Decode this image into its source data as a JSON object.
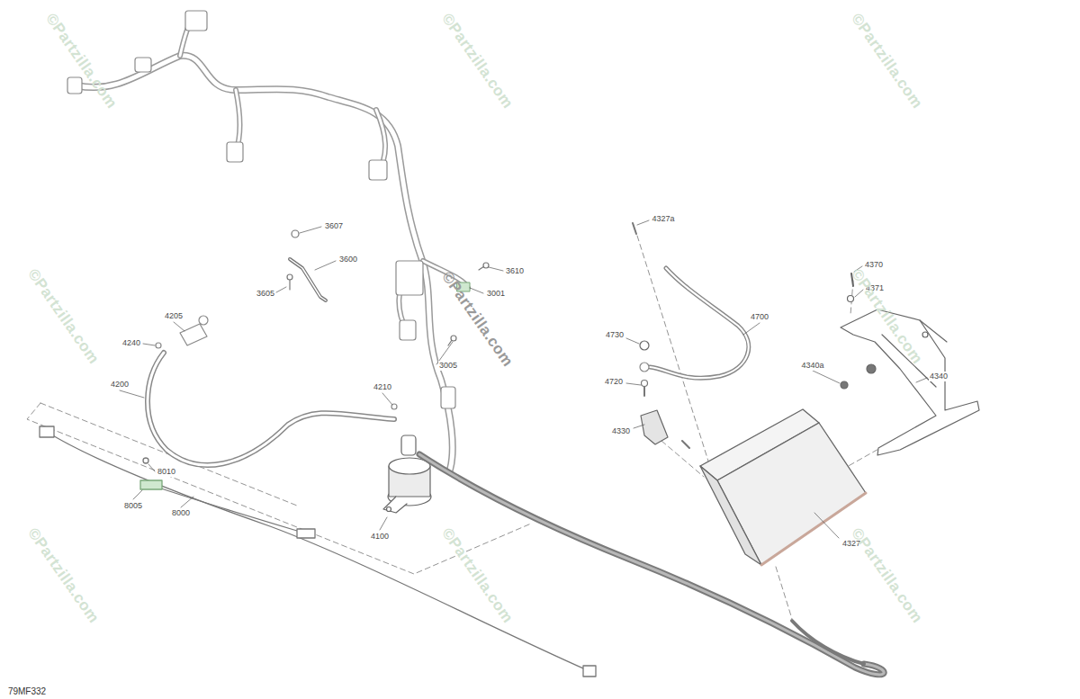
{
  "diagram": {
    "labels": [
      "©Partzilla.com",
      "©Partzilla.com",
      "©Partzilla.com",
      "3607",
      "4327a",
      "3600",
      "4370",
      "3610",
      "4371",
      "3605",
      "3001",
      "©Partzilla.com",
      "©Partzilla.com",
      "©Partzilla.com",
      "4205",
      "4700",
      "4730",
      "4240",
      "3005",
      "4340a",
      "4340",
      "4200",
      "4720",
      "4210",
      "4330",
      "8010",
      "8005",
      "8000",
      "4100",
      "4327",
      "©Partzilla.com",
      "©Partzilla.com",
      "©Partzilla.com",
      "79MF332"
    ]
  }
}
